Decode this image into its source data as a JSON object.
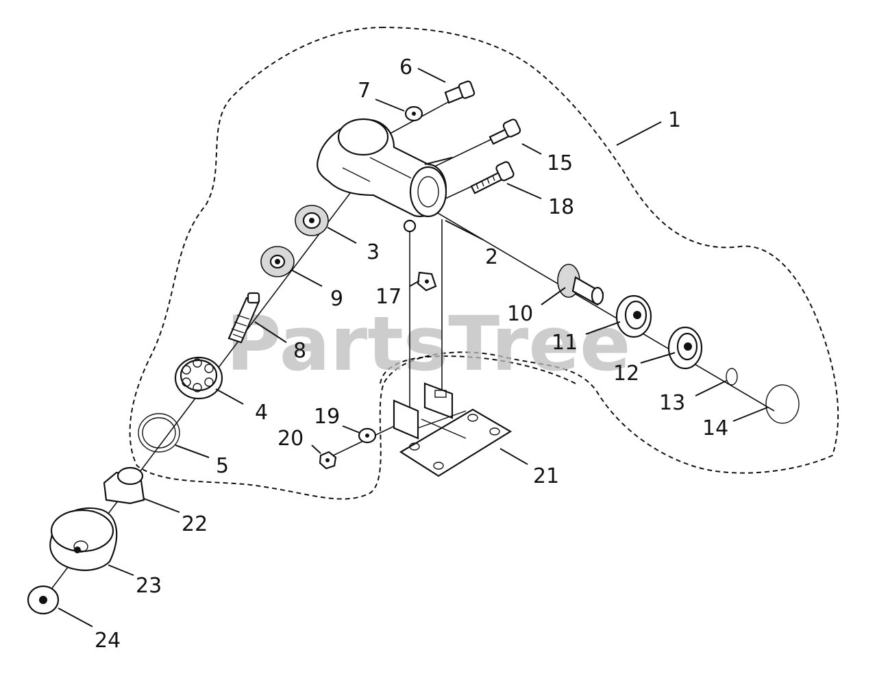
{
  "watermark": "PartsTree",
  "labels": {
    "p1": "1",
    "p2": "2",
    "p3": "3",
    "p4": "4",
    "p5": "5",
    "p6": "6",
    "p7": "7",
    "p8": "8",
    "p9": "9",
    "p10": "10",
    "p11": "11",
    "p12": "12",
    "p13": "13",
    "p14": "14",
    "p15": "15",
    "p17": "17",
    "p18": "18",
    "p19": "19",
    "p20": "20",
    "p21": "21",
    "p22": "22",
    "p23": "23",
    "p24": "24"
  },
  "colors": {
    "ink": "#111111",
    "watermark": "#bdbdbd",
    "background": "#ffffff"
  }
}
